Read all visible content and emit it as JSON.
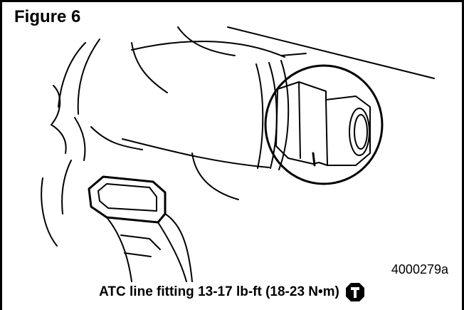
{
  "figure": {
    "title": "Figure 6",
    "reference_id": "4000279a",
    "caption": "ATC line fitting 13-17 lb-ft (18-23 N•m)",
    "icon": "torque-spec-icon"
  }
}
